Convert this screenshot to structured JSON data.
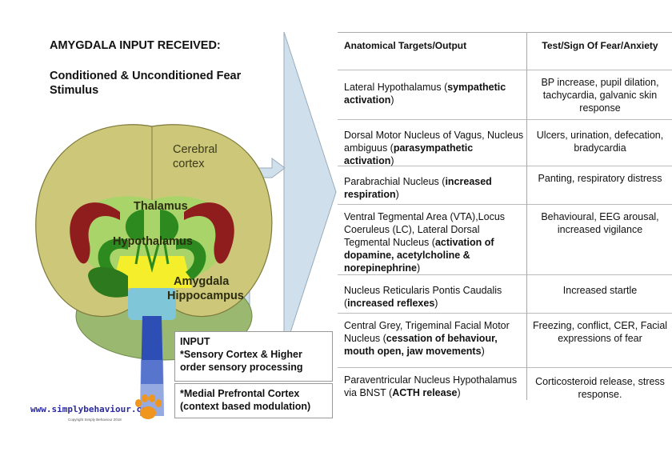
{
  "headings": {
    "line1": "AMYGDALA INPUT RECEIVED:",
    "line2": "Conditioned & Unconditioned Fear Stimulus"
  },
  "brain": {
    "cortex_label_1": "Cerebral",
    "cortex_label_2": "cortex",
    "thalamus": "Thalamus",
    "hypothalamus": "Hypothalamus",
    "amygdala": "Amygdala",
    "hippocampus": "Hippocampus"
  },
  "input": {
    "title": "INPUT",
    "sensory": "*Sensory Cortex & Higher order sensory processing",
    "prefrontal": "*Medial Prefrontal Cortex (context based modulation)"
  },
  "logo": {
    "text": "www.simplybehaviour.com",
    "copyright": "Copyright Simply Behaviour 2018"
  },
  "table": {
    "header_target": "Anatomical Targets/Output",
    "header_test": "Test/Sign Of Fear/Anxiety",
    "rows": [
      {
        "target_plain": "Lateral Hypothalamus (",
        "target_bold": "sympathetic activation",
        "target_end": ")",
        "test": "BP increase, pupil dilation, tachycardia, galvanic skin response"
      },
      {
        "target_plain": "Dorsal Motor Nucleus of Vagus, Nucleus ambiguus (",
        "target_bold": "parasympathetic activation",
        "target_end": ")",
        "test": "Ulcers, urination, defecation, bradycardia"
      },
      {
        "target_plain": "Parabrachial Nucleus (",
        "target_bold": "increased respiration",
        "target_end": ")",
        "test": "Panting, respiratory distress"
      },
      {
        "target_plain": "Ventral Tegmental Area (VTA),Locus Coeruleus (LC), Lateral Dorsal Tegmental Nucleus (",
        "target_bold": "activation of dopamine, acetylcholine & norepinephrine",
        "target_end": ")",
        "test": "Behavioural, EEG arousal, increased vigilance"
      },
      {
        "target_plain": "Nucleus Reticularis Pontis Caudalis (",
        "target_bold": "increased reflexes",
        "target_end": ")",
        "test": "Increased startle"
      },
      {
        "target_plain": "Central Grey, Trigeminal Facial Motor Nucleus (",
        "target_bold": "cessation of behaviour, mouth open, jaw movements",
        "target_end": ")",
        "test": "Freezing, conflict, CER, Facial expressions of fear"
      },
      {
        "target_plain": "Paraventricular Nucleus Hypothalamus via BNST (",
        "target_bold": "ACTH release",
        "target_end": ")",
        "test": "Corticosteroid release, stress response."
      }
    ]
  },
  "colors": {
    "cortex": "#cdc77a",
    "cortex_stroke": "#7d7a3a",
    "thalamus_green": "#2d8a1e",
    "red_structure": "#8f1d1d",
    "lightgreen": "#a8d46a",
    "yellow": "#f4ef2a",
    "cerebellum": "#9ab870",
    "brainstem_blue": "#2d4fb5",
    "lightblue": "#7ec6d8",
    "arrow": "#cfe0ec",
    "paw": "#f0961e"
  }
}
